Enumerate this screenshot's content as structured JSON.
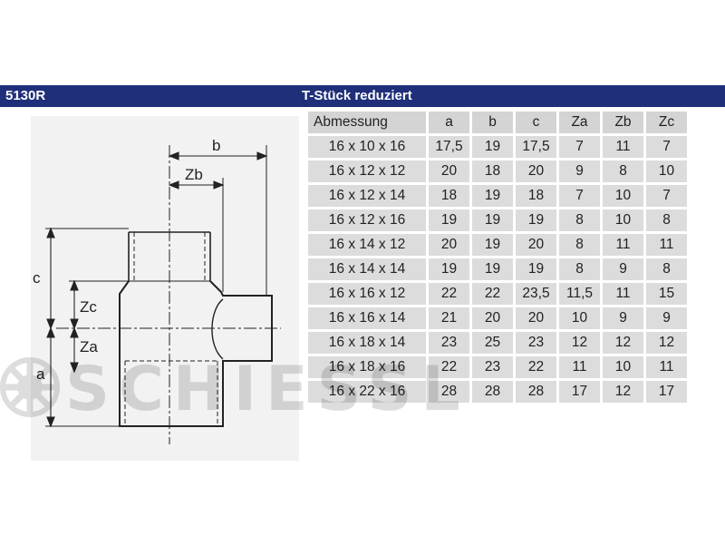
{
  "header": {
    "code": "5130R",
    "title": "T-Stück reduziert"
  },
  "drawing_labels": {
    "b": "b",
    "zb": "Zb",
    "c": "c",
    "zc": "Zc",
    "za": "Za",
    "a": "a"
  },
  "table": {
    "columns": [
      "Abmessung",
      "a",
      "b",
      "c",
      "Za",
      "Zb",
      "Zc"
    ],
    "rows": [
      [
        "16 x 10 x 16",
        "17,5",
        "19",
        "17,5",
        "7",
        "11",
        "7"
      ],
      [
        "16 x 12 x 12",
        "20",
        "18",
        "20",
        "9",
        "8",
        "10"
      ],
      [
        "16 x 12 x 14",
        "18",
        "19",
        "18",
        "7",
        "10",
        "7"
      ],
      [
        "16 x 12 x 16",
        "19",
        "19",
        "19",
        "8",
        "10",
        "8"
      ],
      [
        "16 x 14 x 12",
        "20",
        "19",
        "20",
        "8",
        "11",
        "11"
      ],
      [
        "16 x 14 x 14",
        "19",
        "19",
        "19",
        "8",
        "9",
        "8"
      ],
      [
        "16 x 16 x 12",
        "22",
        "22",
        "23,5",
        "11,5",
        "11",
        "15"
      ],
      [
        "16 x 16 x 14",
        "21",
        "20",
        "20",
        "10",
        "9",
        "9"
      ],
      [
        "16 x 18 x 14",
        "23",
        "25",
        "23",
        "12",
        "12",
        "12"
      ],
      [
        "16 x 18 x 16",
        "22",
        "23",
        "22",
        "11",
        "10",
        "11"
      ],
      [
        "16 x 22 x 16",
        "28",
        "28",
        "28",
        "17",
        "12",
        "17"
      ]
    ]
  },
  "watermark": {
    "text": "SCHIESSL"
  },
  "colors": {
    "header_bg": "#1f2f7a",
    "cell_bg": "#dcdcdc"
  }
}
